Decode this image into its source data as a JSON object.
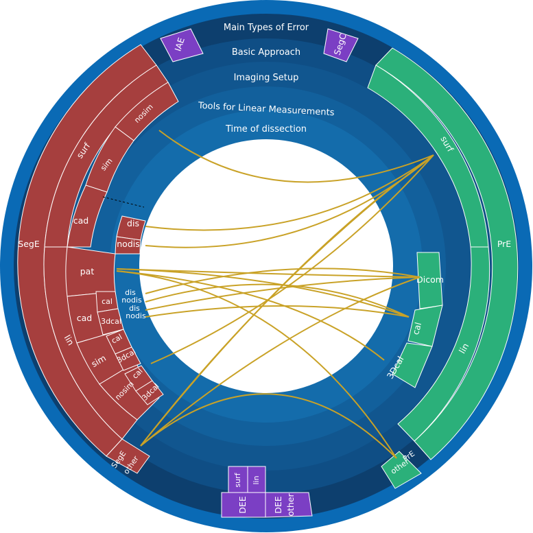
{
  "ring_titles": {
    "r1": "Main Types of Error",
    "r2": "Basic Approach",
    "r3": "Imaging Setup",
    "r4": "Tools for Linear Measurements",
    "r5": "Time of dissection"
  },
  "labels": {
    "IAE": "IAE",
    "SegC": "SegC",
    "SegE": "SegE",
    "surf_red": "surf",
    "lin_red": "lin",
    "sim_red": "sim",
    "nosim_red": "nosim",
    "cad_red": "cad",
    "dis_red": "dis",
    "nodis_red": "nodis",
    "pat": "pat",
    "cad_lin": "cad",
    "cal_1": "cal",
    "3dcal_1": "3dcal",
    "dis_2": "dis",
    "nodis_2": "nodis",
    "dis_3": "dis",
    "nodis_3": "nodis",
    "sim_lin": "sim",
    "cal_2": "cal",
    "3dcal_2": "3dcal",
    "nosim_lin": "nosim",
    "cal_3": "cal",
    "3dcal_3": "3dcal",
    "segE_other_a": "SegE",
    "segE_other_b": "other",
    "PrE": "PrE",
    "surf_green": "surf",
    "lin_green": "lin",
    "Dicom": "Dicom",
    "cal_green": "cal",
    "3Dcal_green": "3Dcal",
    "PrE_other_a": "PrE",
    "PrE_other_b": "other",
    "DEE_1": "DEE",
    "DEE_2": "DEE",
    "DEE_other": "other",
    "surf_purple": "surf",
    "lin_purple": "lin"
  },
  "colors": {
    "outer_ring": "#0a6ab5",
    "ring1": "#0d3f6e",
    "ring2": "#0f4e85",
    "ring3": "#11568f",
    "ring4": "#12609c",
    "ring5": "#146cab",
    "segE": "#a63f3e",
    "prE": "#2bb07a",
    "purple": "#7b3fc4",
    "link": "#c9a227",
    "stroke": "#ffffff"
  }
}
